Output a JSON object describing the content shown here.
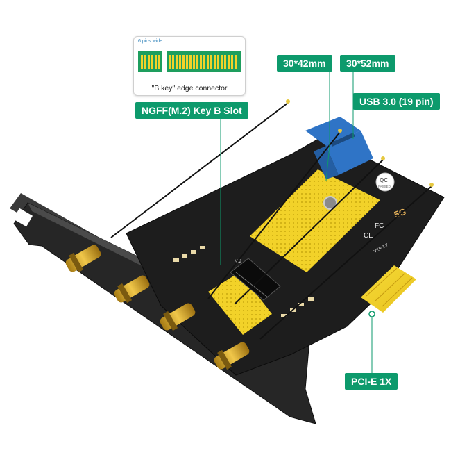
{
  "callouts": {
    "ngff_slot": "NGFF(M.2) Key B  Slot",
    "size_42": "30*42mm",
    "size_52": "30*52mm",
    "usb": "USB 3.0 (19 pin)",
    "pcie": "PCI-E 1X"
  },
  "inset": {
    "pins_label": "6 pins wide",
    "caption": "\"B key\" edge connector"
  },
  "board_markings": {
    "badge_top": "QC",
    "badge_bottom": "PASSED",
    "band": "5G",
    "version": "VER 1.7",
    "cert_ce": "CE",
    "cert_fc": "FC"
  },
  "colors": {
    "callout_bg": "#0d9a6c",
    "pcb": "#1d1d1d",
    "gold": "#f2d229",
    "bracket": "#2a2a2a",
    "usb_header": "#2f74c6"
  }
}
